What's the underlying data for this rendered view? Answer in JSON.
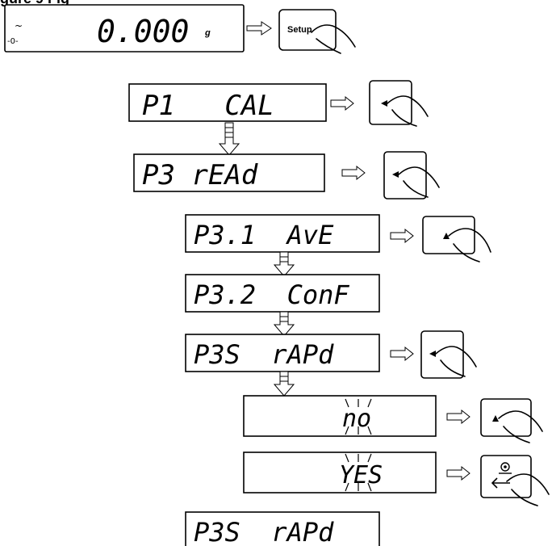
{
  "title": "gure 9 Fig",
  "top_display": {
    "status_symbol": "~",
    "zero_symbol": "-0-",
    "value": "0.000",
    "unit": "g"
  },
  "setup_key": {
    "label": "Setup"
  },
  "steps": [
    {
      "text": "P1   CAL",
      "key": "left-arrow-key"
    },
    {
      "text": "P3 rEAd",
      "key": "left-arrow-key"
    },
    {
      "text": "P3.1  AvE",
      "key": "up-arrow-key"
    },
    {
      "text": "P3.2  ConF",
      "key": null
    },
    {
      "text": "P3S  rAPd",
      "key": "left-arrow-key"
    },
    {
      "text": "no",
      "key": "up-arrow-key",
      "blinking": true
    },
    {
      "text": "YES",
      "key": "enter-key",
      "blinking": true
    },
    {
      "text": "P3S  rAPd",
      "key": null
    }
  ],
  "colors": {
    "stroke": "#000000",
    "background": "#ffffff",
    "arrow_fill": "#ffffff"
  }
}
